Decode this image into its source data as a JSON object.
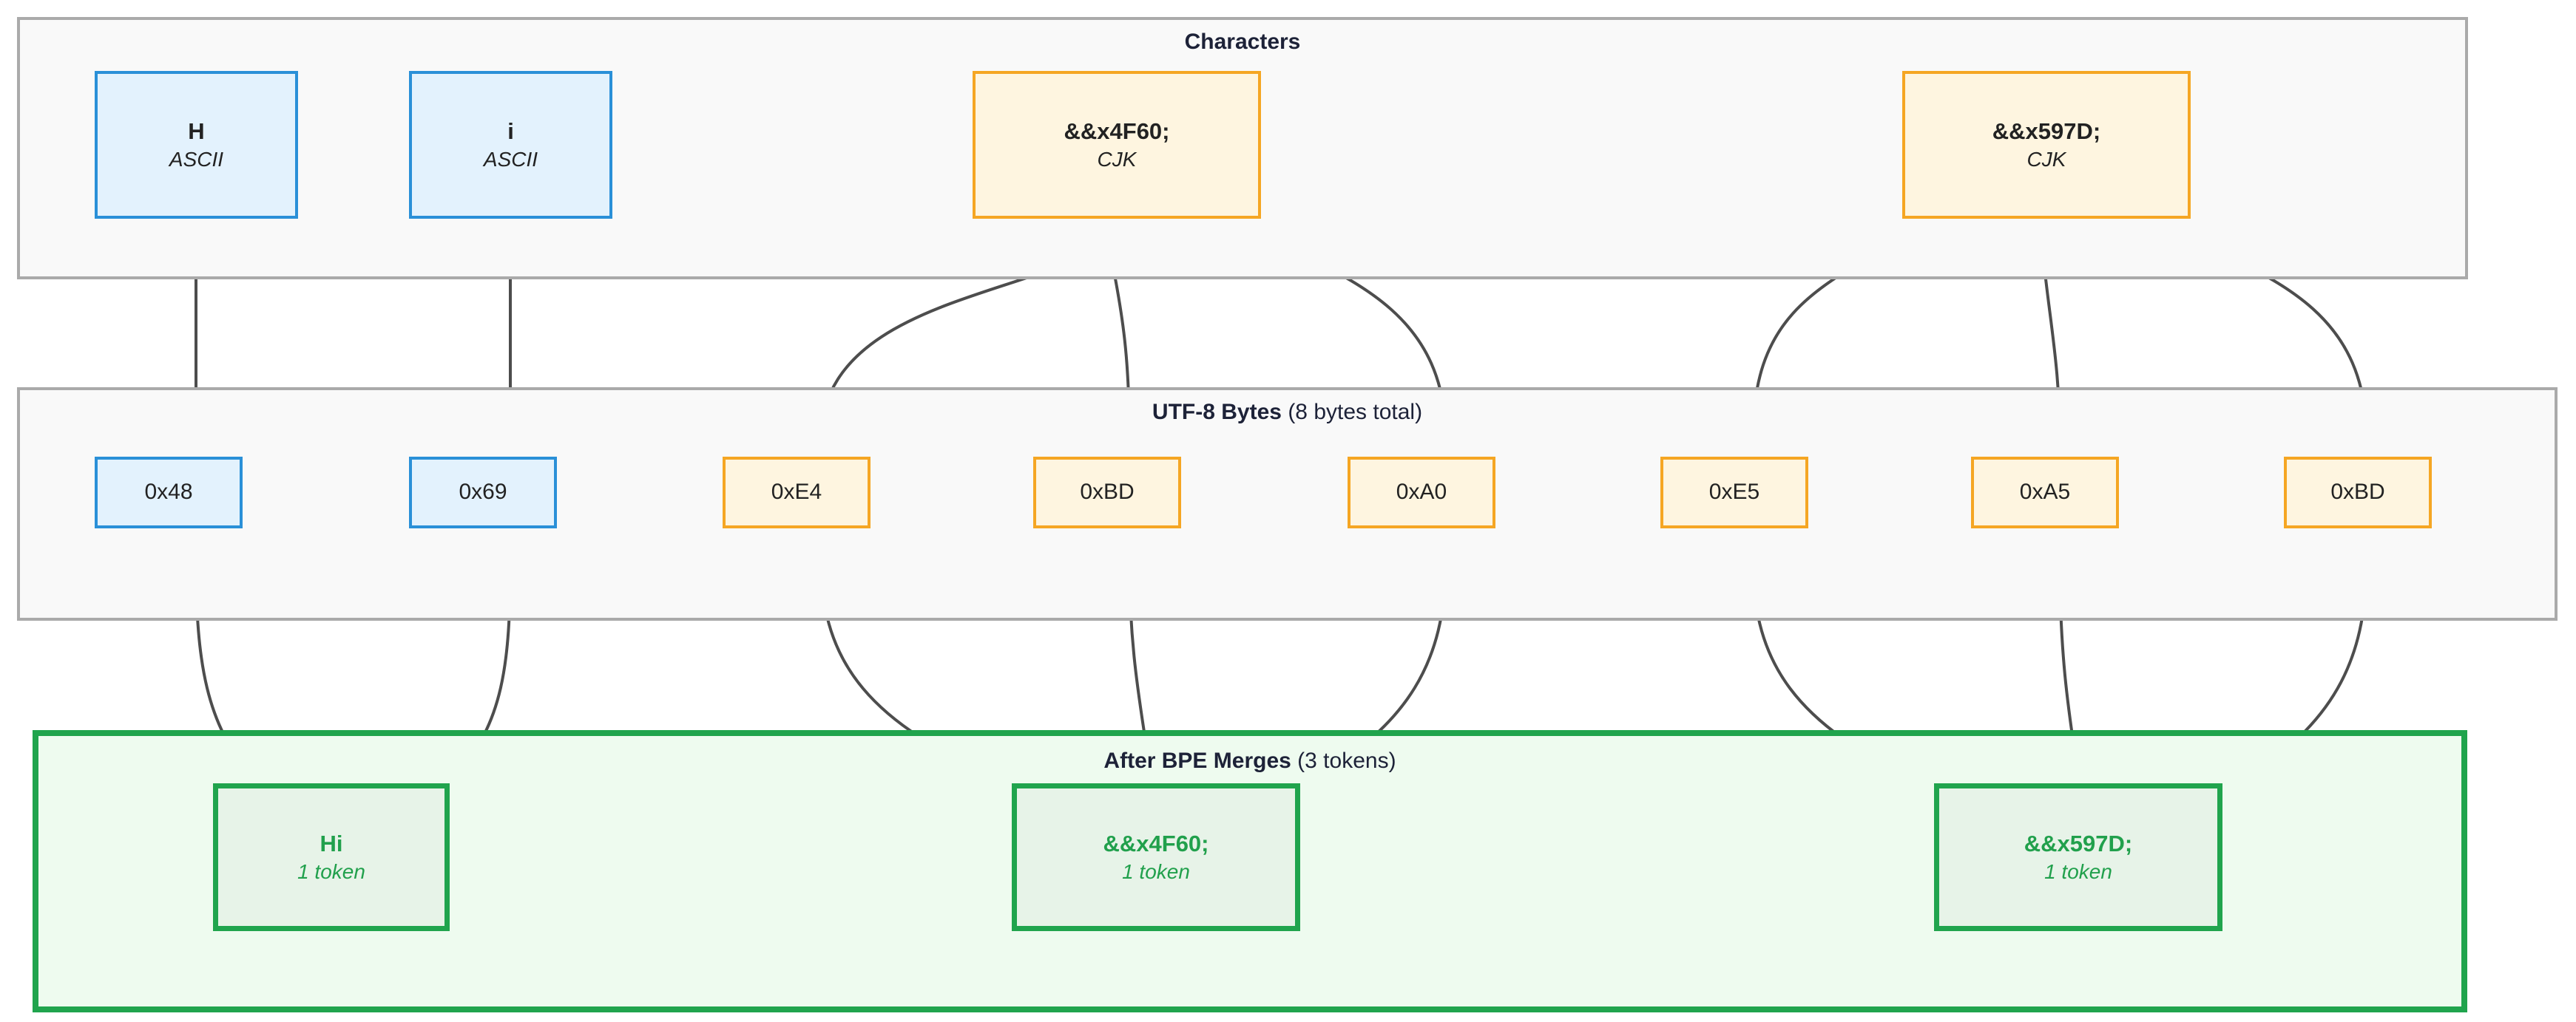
{
  "diagram": {
    "title": "UTF-8 tokenization pipeline",
    "colors": {
      "ascii_border": "#2a90d8",
      "ascii_fill": "#e3f2fd",
      "cjk_border": "#f5a623",
      "cjk_fill": "#fef5e0",
      "token_border": "#20a44d",
      "token_fill": "#e7f3e8",
      "group_border": "#aaaaaa",
      "group_fill": "#f9f9f9",
      "green_group_fill": "#eefbef",
      "edge": "#4d4d4d",
      "title_text": "#1d2238",
      "token_text": "#21a04c"
    }
  },
  "groups": {
    "characters": {
      "title": "Characters",
      "subtitle": ""
    },
    "bytes": {
      "title": "UTF-8 Bytes",
      "subtitle": "(8 bytes total)"
    },
    "tokens": {
      "title": "After BPE Merges",
      "subtitle": "(3 tokens)"
    }
  },
  "characters": [
    {
      "main": "H",
      "sub": "ASCII",
      "kind": "ascii"
    },
    {
      "main": "i",
      "sub": "ASCII",
      "kind": "ascii"
    },
    {
      "main": "&&x4F60;",
      "sub": "CJK",
      "kind": "cjk"
    },
    {
      "main": "&&x597D;",
      "sub": "CJK",
      "kind": "cjk"
    }
  ],
  "bytes": [
    {
      "main": "0x48",
      "kind": "ascii"
    },
    {
      "main": "0x69",
      "kind": "ascii"
    },
    {
      "main": "0xE4",
      "kind": "cjk"
    },
    {
      "main": "0xBD",
      "kind": "cjk"
    },
    {
      "main": "0xA0",
      "kind": "cjk"
    },
    {
      "main": "0xE5",
      "kind": "cjk"
    },
    {
      "main": "0xA5",
      "kind": "cjk"
    },
    {
      "main": "0xBD",
      "kind": "cjk"
    }
  ],
  "tokens": [
    {
      "main": "Hi",
      "sub": "1 token"
    },
    {
      "main": "&&x4F60;",
      "sub": "1 token"
    },
    {
      "main": "&&x597D;",
      "sub": "1 token"
    }
  ]
}
